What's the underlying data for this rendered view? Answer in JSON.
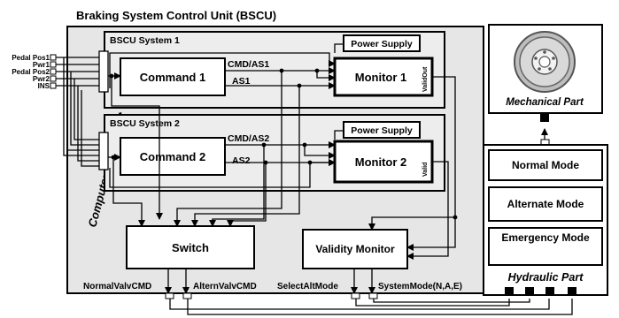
{
  "title": "Braking System Control Unit (BSCU)",
  "inputs": [
    "Pedal Pos1",
    "Pwr1",
    "Pedal Pos2",
    "Pwr2",
    "INS"
  ],
  "system1": {
    "label": "BSCU System 1",
    "command": "Command 1",
    "monitor": "Monitor 1",
    "power": "Power Supply",
    "cmd_as": "CMD/AS1",
    "as": "AS1",
    "valid_label": "ValidOut"
  },
  "system2": {
    "label": "BSCU System 2",
    "command": "Command 2",
    "monitor": "Monitor 2",
    "power": "Power Supply",
    "cmd_as": "CMD/AS2",
    "as": "AS2",
    "valid_label": "Valid"
  },
  "computer_part": "Computer-Based Part",
  "switch": "Switch",
  "validity_monitor": "Validity Monitor",
  "signals": {
    "normal_valv": "NormalValvCMD",
    "altern_valv": "AlternValvCMD",
    "select_alt": "SelectAltMode",
    "system_mode": "SystemMode(N,A,E)"
  },
  "mechanical": "Mechanical Part",
  "hydraulic": {
    "label": "Hydraulic Part",
    "modes": [
      "Normal Mode",
      "Alternate Mode",
      "Emergency Mode"
    ]
  }
}
